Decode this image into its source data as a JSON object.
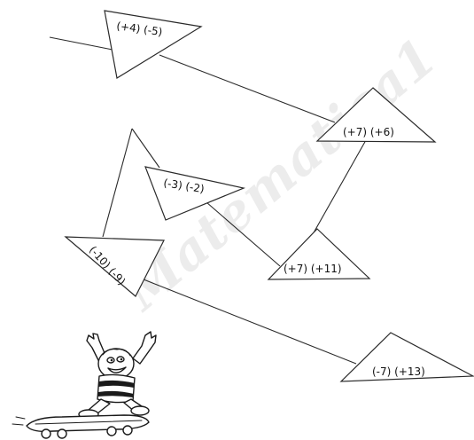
{
  "watermark": {
    "text": "Matematica1",
    "color": "#000000"
  },
  "triangles": [
    {
      "id": "t1",
      "label": "(+4) (-5)"
    },
    {
      "id": "t2",
      "label": "(+7) (+6)"
    },
    {
      "id": "t3",
      "label": "(-3) (-2)"
    },
    {
      "id": "t4",
      "label": "(+7) (+11)"
    },
    {
      "id": "t5",
      "label": "(-10) (-9)"
    },
    {
      "id": "t6",
      "label": "(-7) (+13)"
    }
  ],
  "illustration": {
    "icon": "skateboarder-cartoon"
  }
}
